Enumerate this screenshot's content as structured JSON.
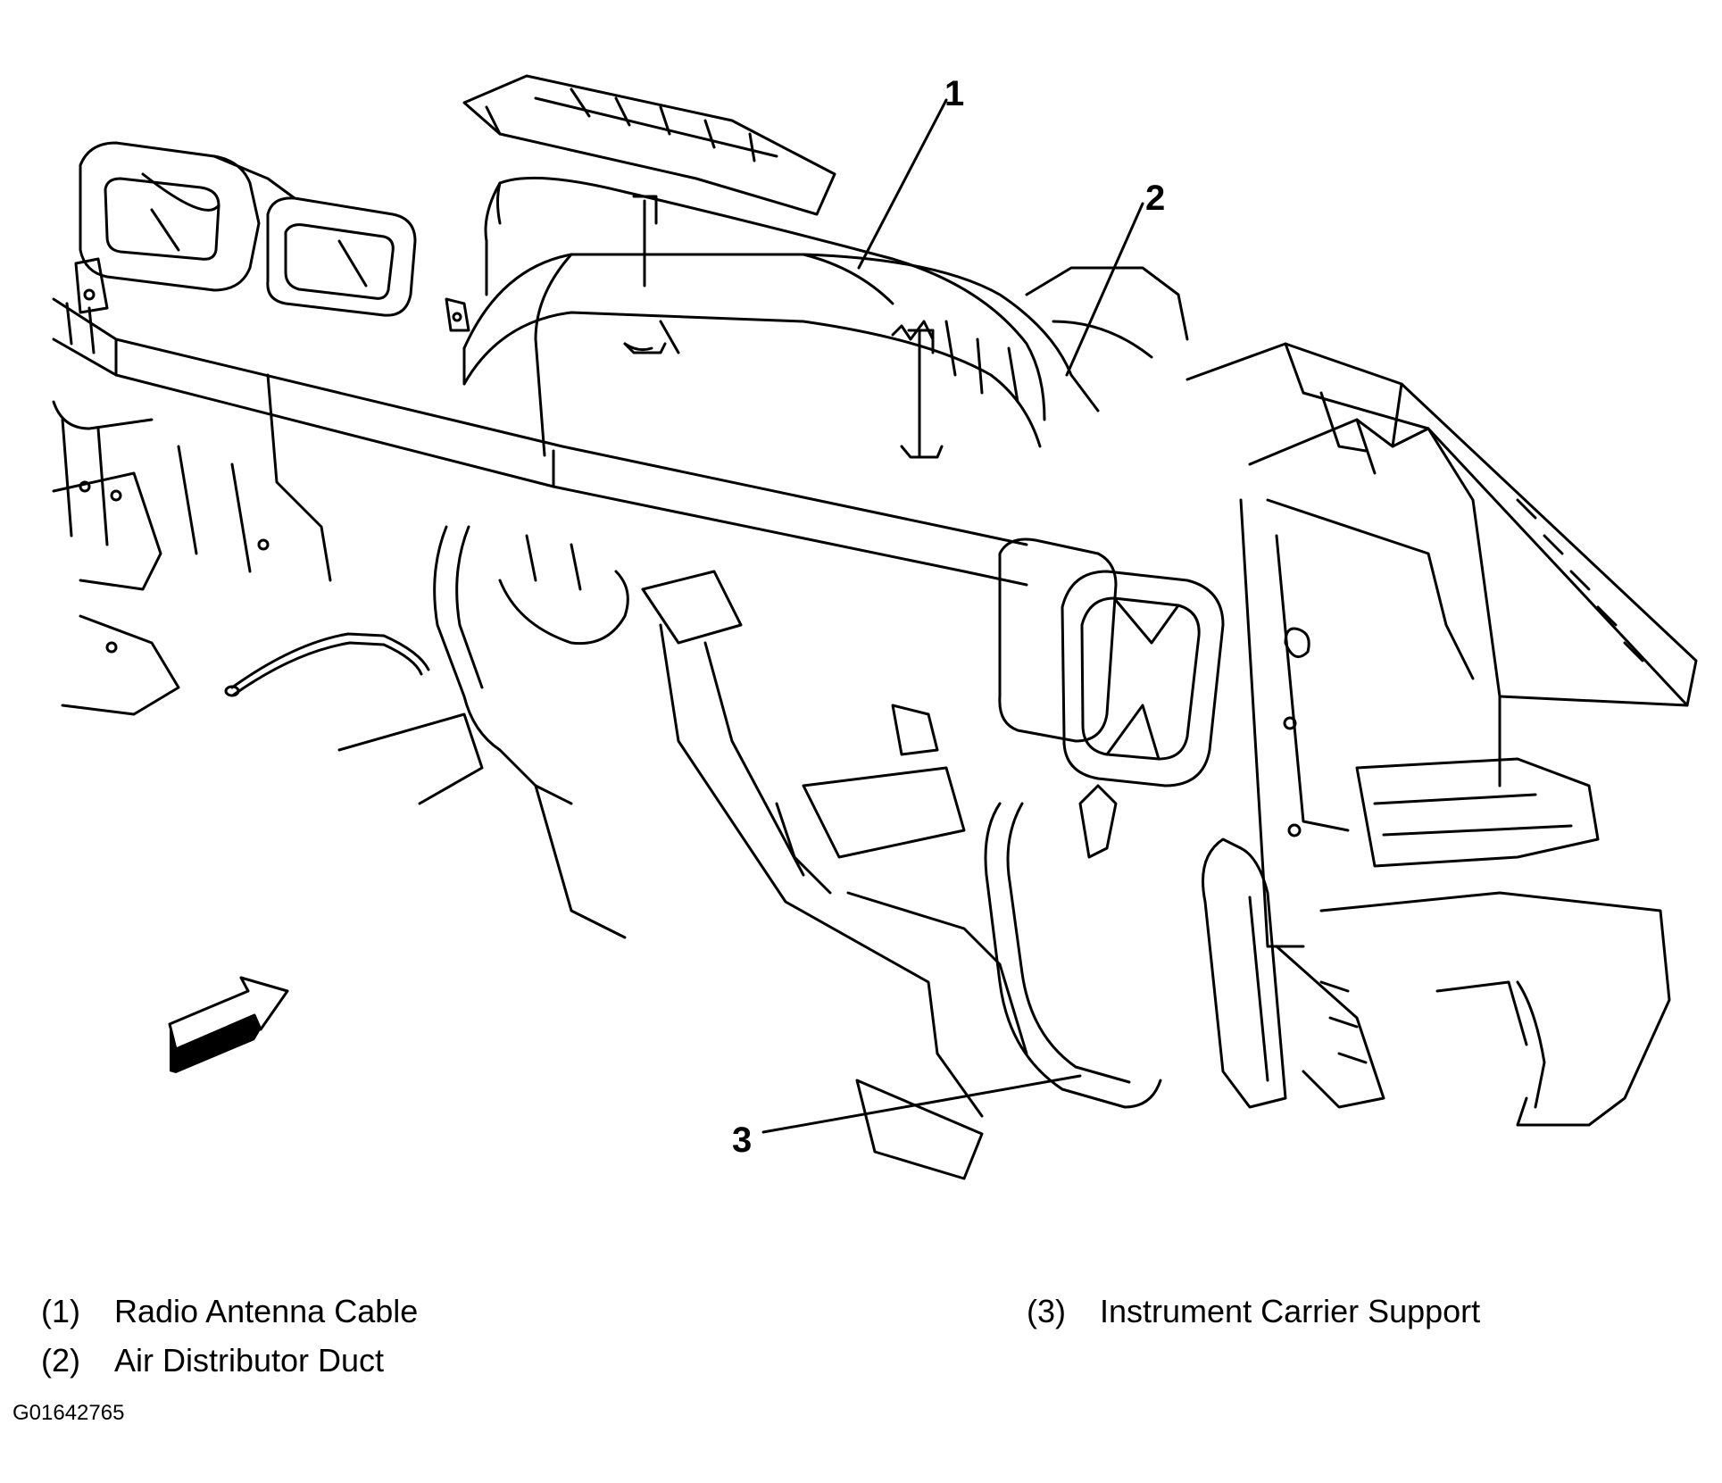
{
  "figure": {
    "callouts": [
      {
        "id": "1",
        "part": "Radio Antenna Cable"
      },
      {
        "id": "2",
        "part": "Air Distributor Duct"
      },
      {
        "id": "3",
        "part": "Instrument Carrier Support"
      }
    ],
    "legend": [
      {
        "num": "(1)",
        "label": "Radio Antenna Cable"
      },
      {
        "num": "(2)",
        "label": "Air Distributor Duct"
      },
      {
        "num": "(3)",
        "label": "Instrument Carrier Support"
      }
    ],
    "figure_id": "G01642765"
  }
}
